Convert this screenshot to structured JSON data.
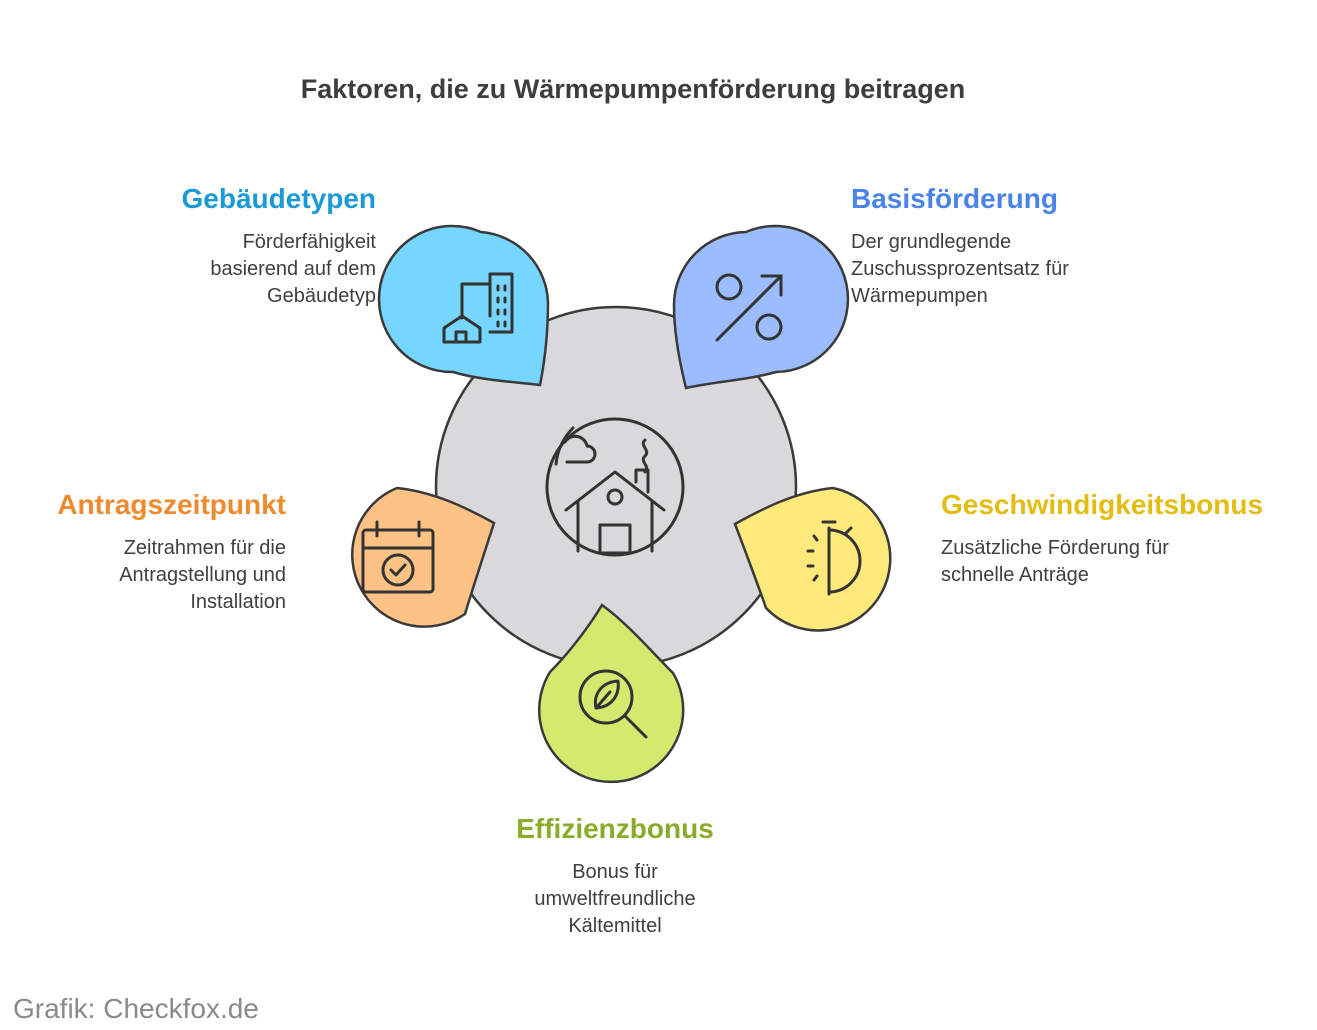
{
  "title": "Faktoren, die zu Wärmepumpenförderung beitragen",
  "center": {
    "icon": "house-with-cloud-and-smoke-icon"
  },
  "factors": [
    {
      "key": "gebaeude",
      "heading": "Gebäudetypen",
      "description": "Förderfähigkeit basierend auf dem Gebäudetyp",
      "color": "#76d6ff",
      "heading_color": "#1a9ad6",
      "icon": "buildings-icon"
    },
    {
      "key": "basis",
      "heading": "Basisförderung",
      "description": "Der grundlegende Zuschussprozentsatz für Wärmepumpen",
      "color": "#9bbcff",
      "heading_color": "#4a84e8",
      "icon": "percent-icon"
    },
    {
      "key": "geschwindigkeit",
      "heading": "Geschwindigkeitsbonus",
      "description": "Zusätzliche Förderung für schnelle Anträge",
      "color": "#ffe97a",
      "heading_color": "#e3bd12",
      "icon": "stopwatch-icon"
    },
    {
      "key": "effizienz",
      "heading": "Effizienzbonus",
      "description": "Bonus für umweltfreundliche Kältemittel",
      "color": "#d2ea6e",
      "heading_color": "#8aac2a",
      "icon": "leaf-search-icon"
    },
    {
      "key": "antrag",
      "heading": "Antragszeitpunkt",
      "description": "Zeitrahmen für die Antragstellung und Installation",
      "color": "#ffc285",
      "heading_color": "#ef8a2e",
      "icon": "calendar-check-icon"
    }
  ],
  "credit": "Grafik: Checkfox.de"
}
